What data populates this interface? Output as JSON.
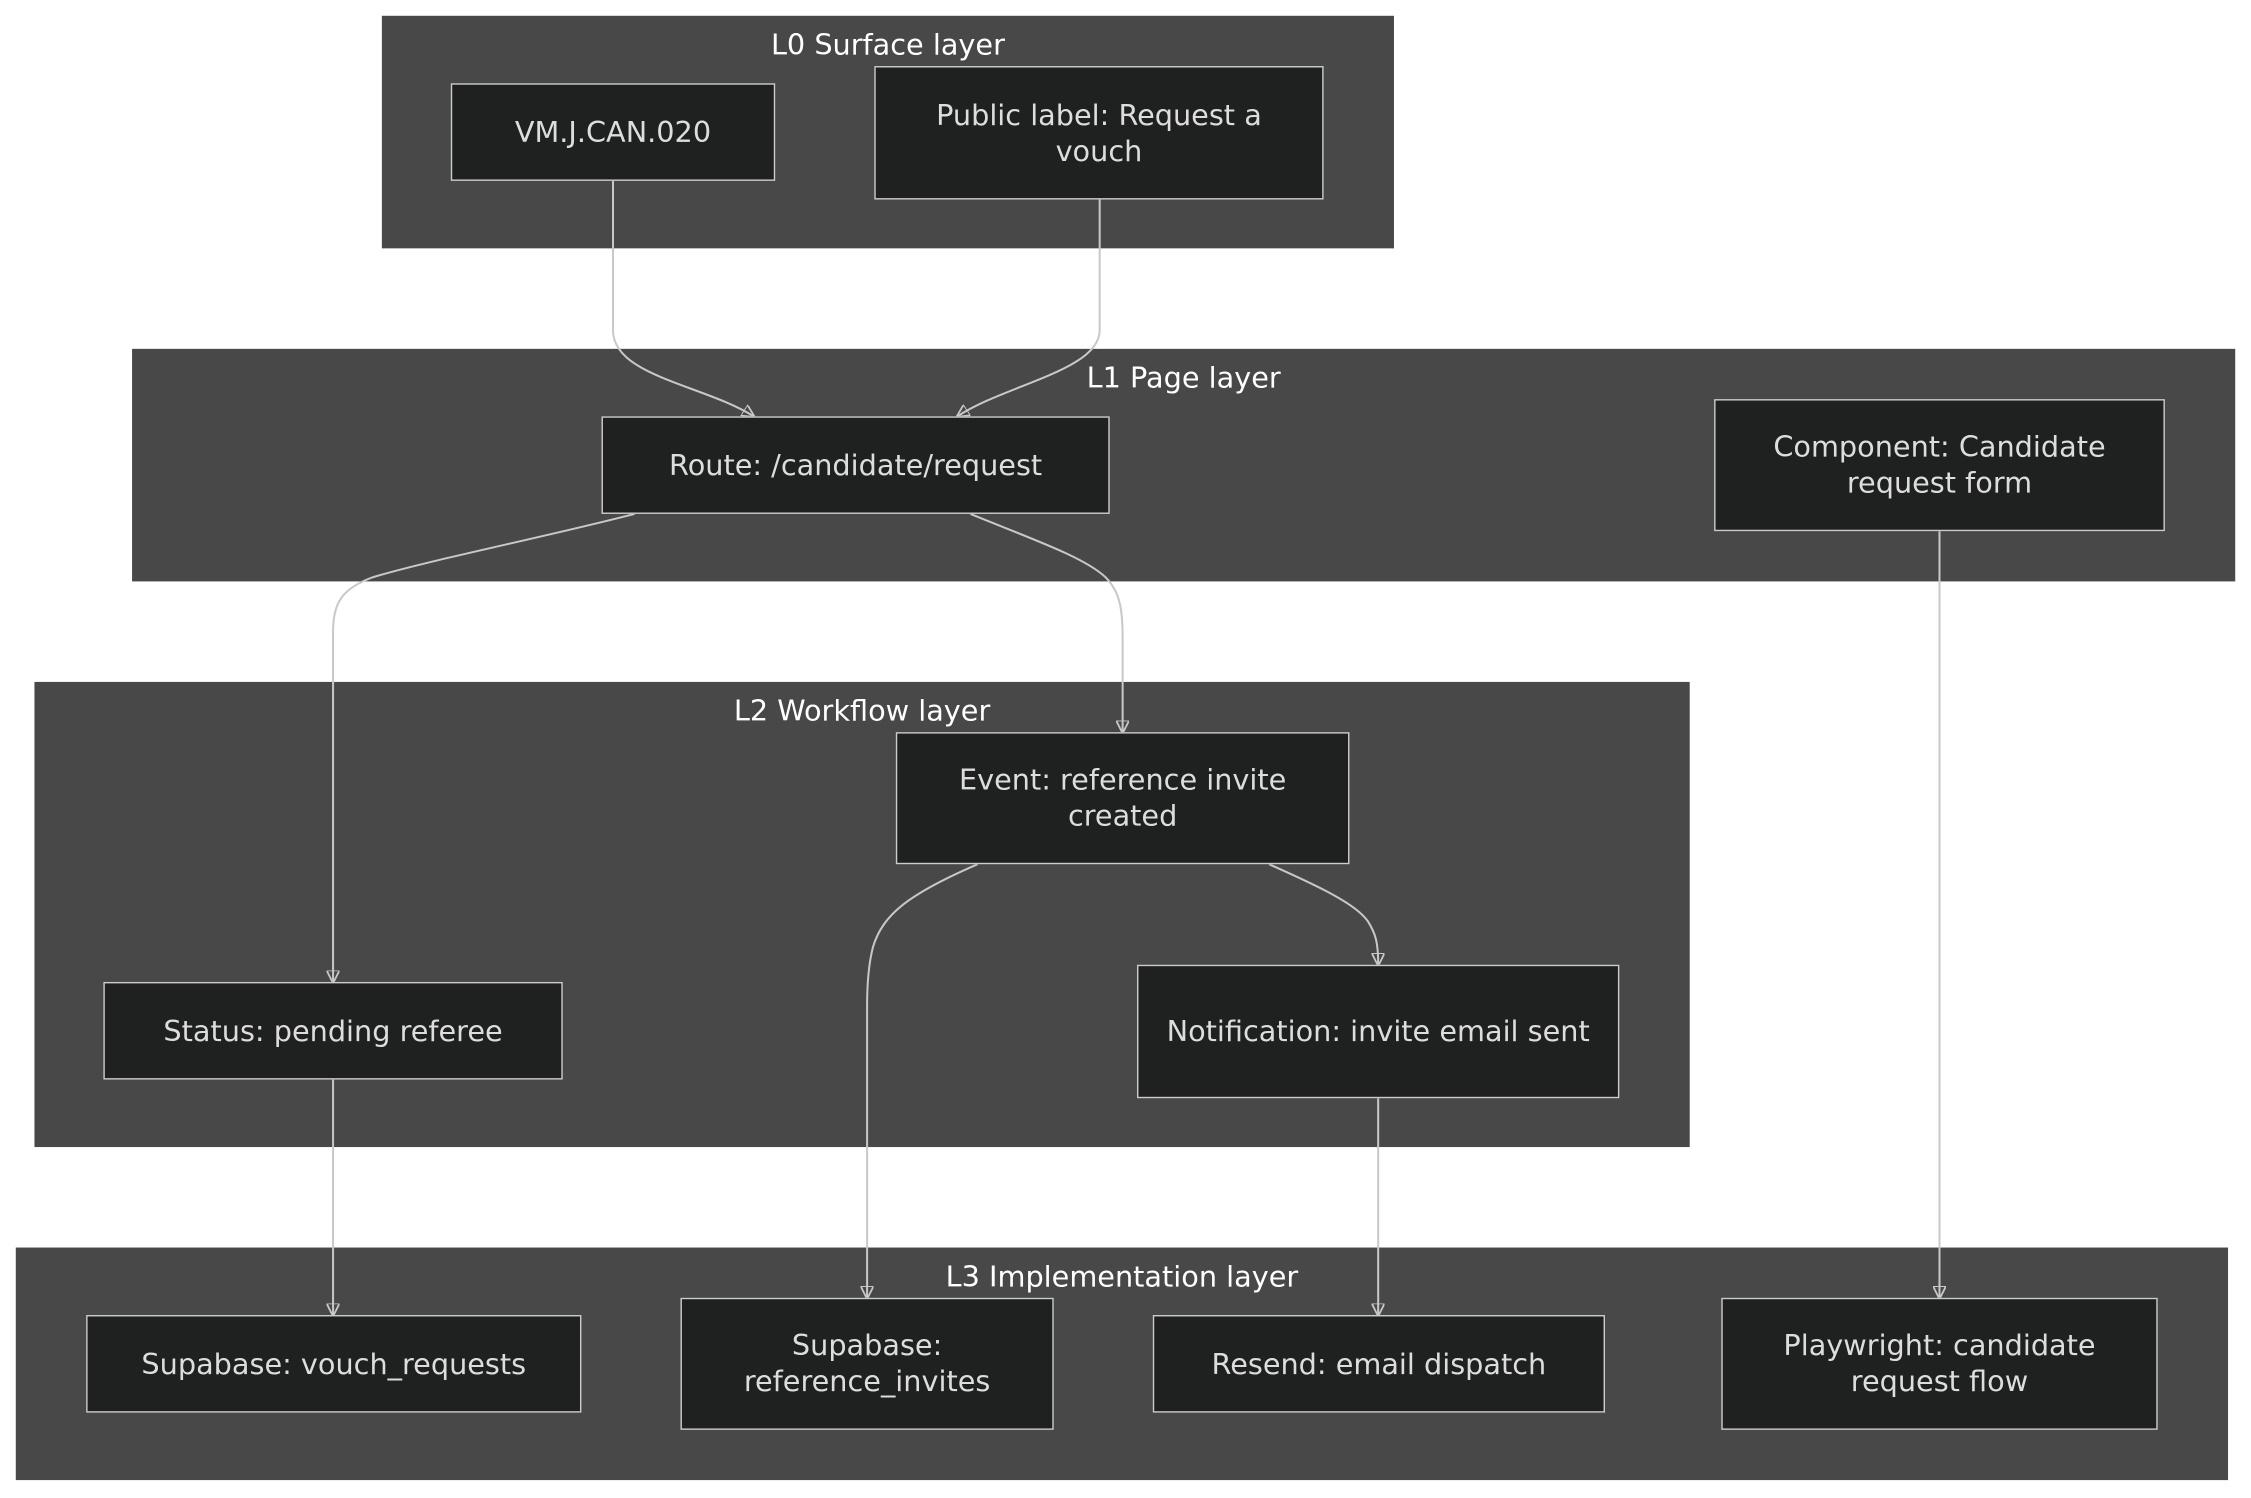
{
  "layers": {
    "l0": "L0 Surface layer",
    "l1": "L1 Page layer",
    "l2": "L2 Workflow layer",
    "l3": "L3 Implementation layer"
  },
  "nodes": {
    "surface_id": "VM.J.CAN.020",
    "public_label": "Public label: Request a vouch",
    "route": "Route: /candidate/request",
    "component": "Component: Candidate request form",
    "event": "Event: reference invite created",
    "status": "Status: pending referee",
    "notification": "Notification: invite email sent",
    "supabase_vouch": "Supabase: vouch_requests",
    "supabase_invites": "Supabase: reference_invites",
    "resend": "Resend: email dispatch",
    "playwright": "Playwright: candidate request flow"
  },
  "edges": [
    {
      "from": "surface_id",
      "to": "route"
    },
    {
      "from": "public_label",
      "to": "route"
    },
    {
      "from": "route",
      "to": "status"
    },
    {
      "from": "route",
      "to": "event"
    },
    {
      "from": "component",
      "to": "playwright"
    },
    {
      "from": "event",
      "to": "supabase_invites"
    },
    {
      "from": "event",
      "to": "notification"
    },
    {
      "from": "status",
      "to": "supabase_vouch"
    },
    {
      "from": "notification",
      "to": "resend"
    }
  ],
  "colors": {
    "layer_fill": "#474847",
    "node_fill": "#1f2020",
    "node_border": "#cccccc",
    "edge": "#c8c8c8",
    "text": "#dddddd"
  }
}
